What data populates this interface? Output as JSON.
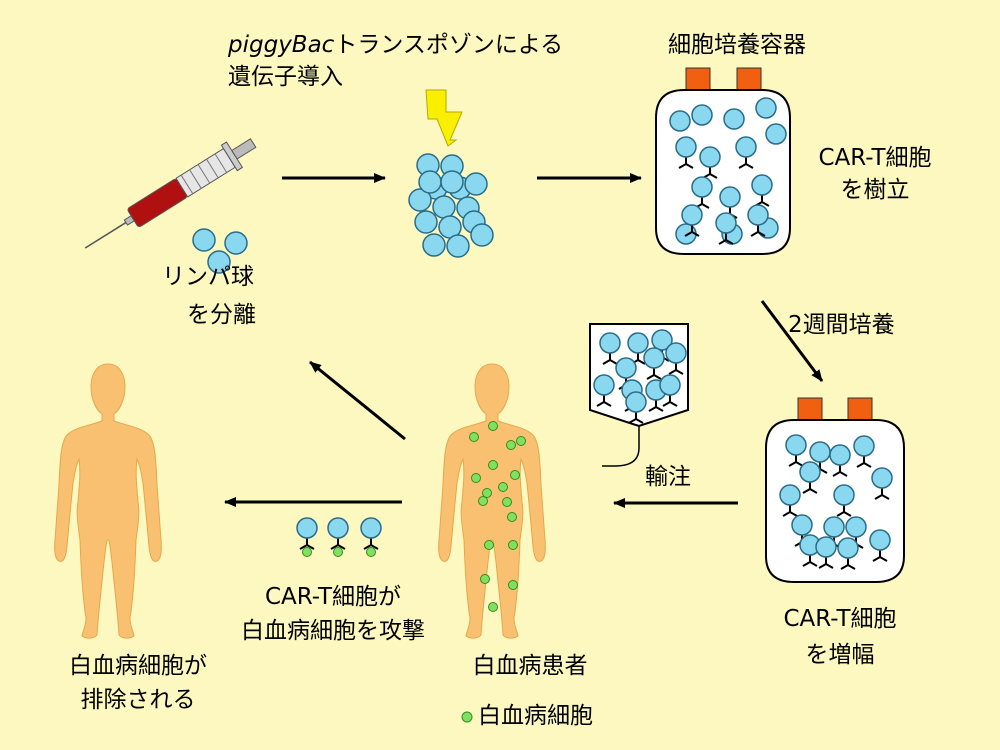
{
  "labels": {
    "transposon_italic": "piggyBac",
    "transposon_rest": "トランスポゾンによる",
    "gene_transfer": "遺伝子導入",
    "culture_vessel": "細胞培養容器",
    "car_t_cell": "CAR-T細胞",
    "establish": "を樹立",
    "lymphocytes": "リンパ球",
    "separate": "を分離",
    "two_week_culture": "2週間培養",
    "infusion": "輸注",
    "expand": "を増幅",
    "car_t_attack_line1": "CAR-T細胞が",
    "car_t_attack_line2": "白血病細胞を攻撃",
    "patient": "白血病患者",
    "eliminated_line1": "白血病細胞が",
    "eliminated_line2": "排除される",
    "legend_leukemia_cell": "白血病細胞"
  },
  "colors": {
    "background": "#fcf8c0",
    "lymphocyte": "#8ad8f0",
    "leukemia_cell": "#80e060",
    "body": "#f8c070",
    "vessel_cap": "#f06010",
    "syringe_barrel": "#b01010",
    "lightning": "#f8f000"
  },
  "icons": [
    "syringe-icon",
    "lightning-icon",
    "human-figure-icon",
    "infusion-bag-icon",
    "culture-vessel-icon"
  ]
}
